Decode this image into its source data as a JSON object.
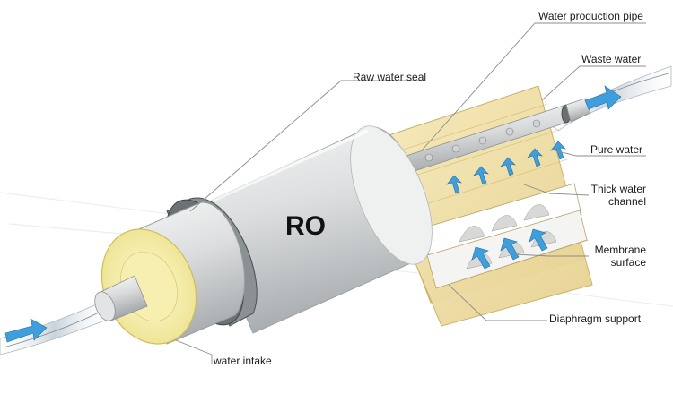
{
  "module_text": "RO",
  "labels": {
    "water_production_pipe": "Water production pipe",
    "waste_water": "Waste water",
    "raw_water_seal": "Raw water seal",
    "pure_water": "Pure water",
    "thick_water_channel_line1": "Thick water",
    "thick_water_channel_line2": "channel",
    "membrane_surface_line1": "Membrane",
    "membrane_surface_line2": "surface",
    "diaphragm_support": "Diaphragm support",
    "water_intake": "water intake"
  },
  "colors": {
    "housing": "#dcdedf",
    "seal_ring": "#5f6466",
    "end_cap": "#f1e69a",
    "membrane": "#f2e2aa",
    "arrow": "#3f9fdc",
    "leader_line": "#8c8c8c"
  }
}
